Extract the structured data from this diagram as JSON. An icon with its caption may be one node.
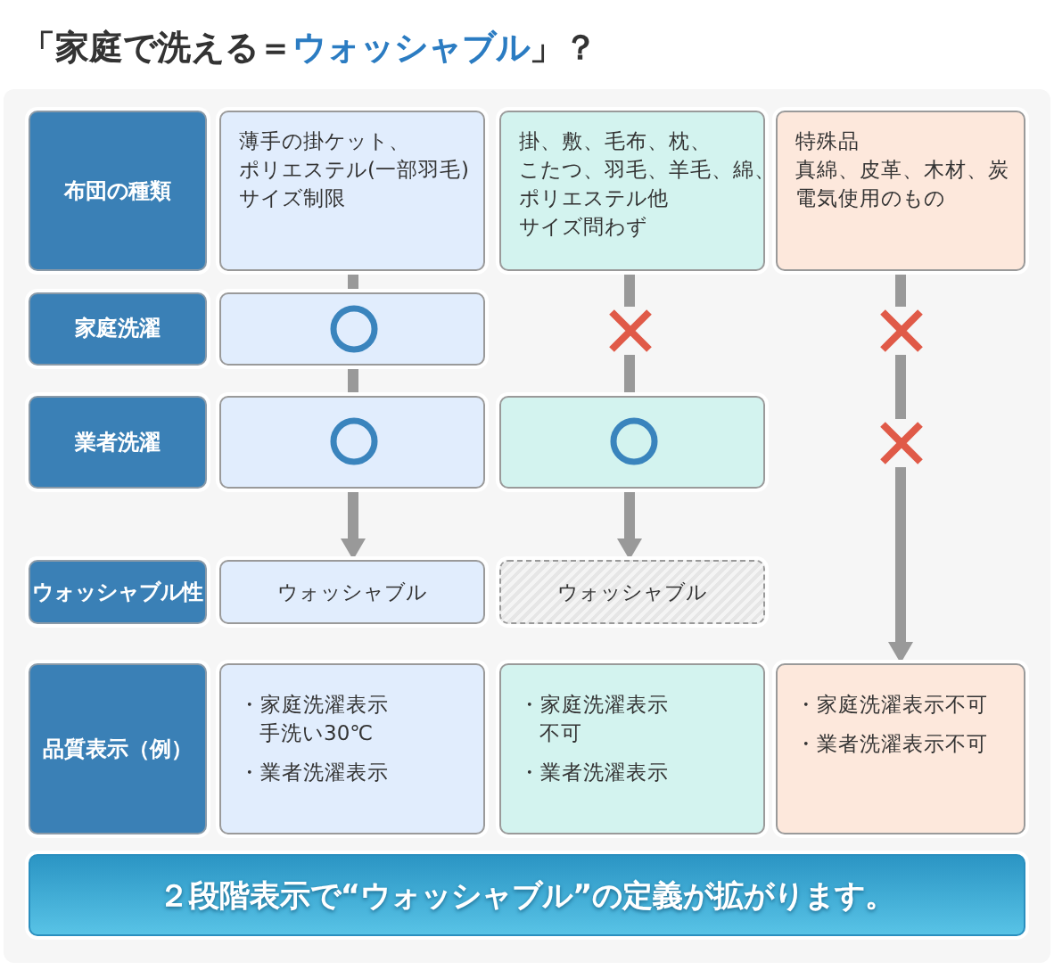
{
  "diagram": {
    "title": "「家庭で洗える＝**ウォッシャブル**」？",
    "nodes": [
      {
        "text": [
          "布団の種類"
        ]
      },
      {
        "text": [
          "薄手の掛ケット、",
          "ポリエステル(一部羽毛)",
          "サイズ制限"
        ]
      },
      {
        "text": [
          "掛、敷、毛布、枕、",
          "こたつ、羽毛、羊毛、綿、",
          "ポリエステル他",
          "サイズ問わず"
        ]
      },
      {
        "text": [
          "特殊品",
          "真綿、皮革、木材、炭",
          "電気使用のもの"
        ]
      },
      {
        "text": [
          "家庭洗濯"
        ]
      },
      {
        "text": [],
        "shape": "box"
      },
      {
        "text": [],
        "shape": "circle",
        "in": 5
      },
      {
        "text": [],
        "shape": "cross"
      },
      {
        "text": [],
        "shape": "cross"
      },
      {
        "text": [
          "業者洗濯"
        ]
      },
      {
        "text": [],
        "shape": "box"
      },
      {
        "text": [],
        "shape": "circle",
        "in": 10
      },
      {
        "text": [],
        "shape": "box"
      },
      {
        "text": [],
        "shape": "circle",
        "in": 12
      },
      {
        "text": [],
        "shape": "cross"
      },
      {
        "text": [
          "ウォッシャブル性"
        ]
      },
      {
        "text": [
          "ウォッシャブル"
        ]
      },
      {
        "text": [
          "ウォッシャブル"
        ]
      },
      {
        "text": [
          "品質表示（例）"
        ]
      },
      {
        "text": [
          "・家庭洗濯表示手洗い30℃",
          "・業者洗濯表示"
        ]
      },
      {
        "text": [
          "・家庭洗濯表示不可",
          "・業者洗濯表示"
        ]
      },
      {
        "text": [
          "・家庭洗濯表示不可",
          "・業者洗濯表示不可"
        ]
      },
      {
        "text": [
          "２段階表示で“ウォッシャブル”の定義が拡がります。"
        ]
      }
    ],
    "edges": [
      {
        "from": 1,
        "to": 5,
        "arrow": "none"
      },
      {
        "from": 5,
        "to": 10,
        "arrow": "none"
      },
      {
        "from": 10,
        "to": 16,
        "arrow": "to"
      },
      {
        "from": 2,
        "to": 7,
        "arrow": "none"
      },
      {
        "from": 7,
        "to": 12,
        "arrow": "none"
      },
      {
        "from": 12,
        "to": 17,
        "arrow": "to"
      },
      {
        "from": 3,
        "to": 8,
        "arrow": "none"
      },
      {
        "from": 8,
        "to": 14,
        "arrow": "none"
      },
      {
        "from": 14,
        "to": 21,
        "arrow": "to"
      }
    ]
  }
}
